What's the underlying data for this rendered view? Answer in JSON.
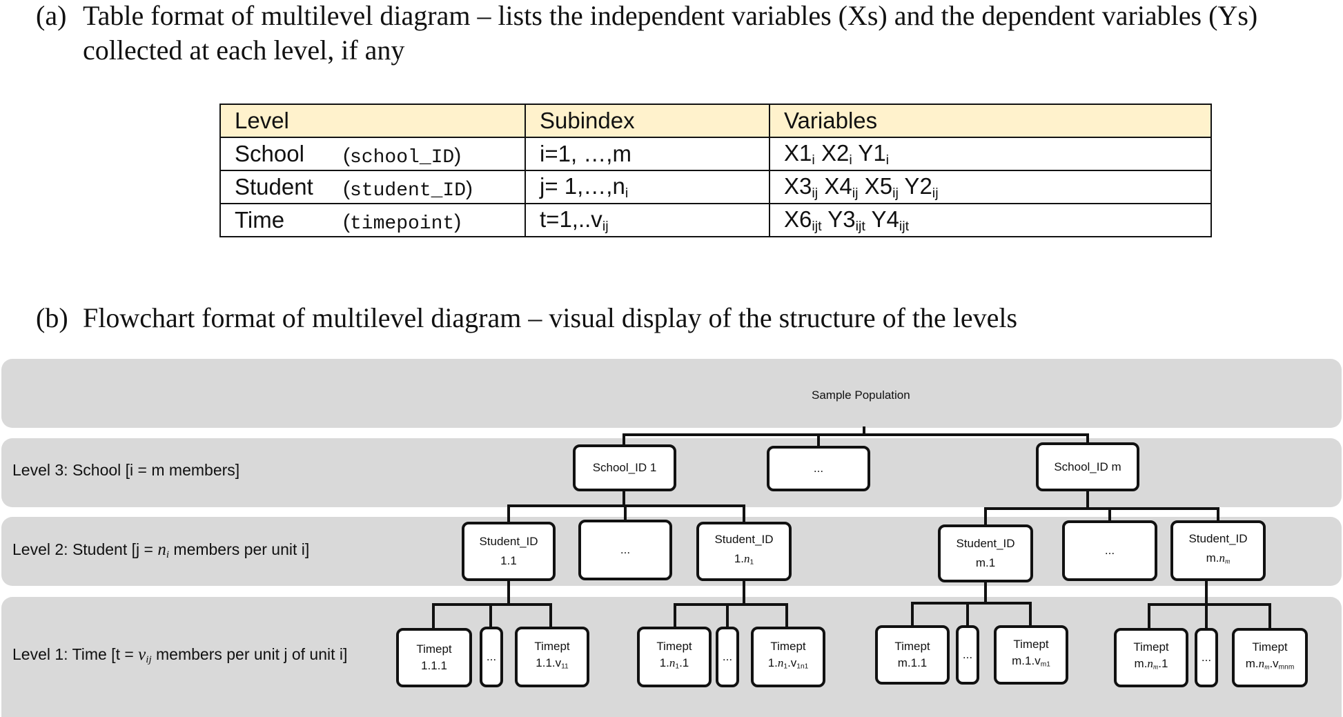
{
  "section_a": {
    "label": "(a)",
    "text": "Table format of multilevel diagram – lists the independent variables (Xs) and the dependent variables (Ys) collected at each level, if any"
  },
  "table": {
    "headers": [
      "Level",
      "Subindex",
      "Variables"
    ],
    "rows": [
      {
        "level": "School",
        "id": "school_ID",
        "subindex": "i=1, …,m",
        "variables": "X1i X2i Y1i"
      },
      {
        "level": "Student",
        "id": "student_ID",
        "subindex": "j= 1,…,ni",
        "variables": "X3ij X4ij X5ij Y2ij"
      },
      {
        "level": "Time",
        "id": "timepoint",
        "subindex": "t=1,..vij",
        "variables": "X6ijt Y3ijt Y4ijt"
      }
    ],
    "header_color": "#fff2cc"
  },
  "section_b": {
    "label": "(b)",
    "text": "Flowchart format of multilevel diagram – visual display of the structure of the levels"
  },
  "flowchart": {
    "band_color": "#d9d9d9",
    "root": "Sample Population",
    "levels": [
      {
        "label_pre": "Level 3: School [i = m members]",
        "var": "",
        "label_post": ""
      },
      {
        "label_pre": "Level 2: Student [j = ",
        "var": "ni",
        "label_post": " members per unit i]"
      },
      {
        "label_pre": "Level 1: Time [t = ",
        "var": "vij",
        "label_post": " members per unit j of unit i]"
      }
    ],
    "schools": [
      "School_ID 1",
      "...",
      "School_ID m"
    ],
    "students": {
      "title": "Student_ID",
      "ellipsis": "...",
      "ids": [
        "1.1",
        "1.n1",
        "m.1",
        "m.nm"
      ]
    },
    "timepoints": {
      "title": "Timept",
      "ellipsis": "...",
      "ids": [
        "1.1.1",
        "1.1.v11",
        "1.n1.1",
        "1.n1.v1n1",
        "m.1.1",
        "m.1.vm1",
        "m.nm.1",
        "m.nm.vmnm"
      ]
    }
  }
}
